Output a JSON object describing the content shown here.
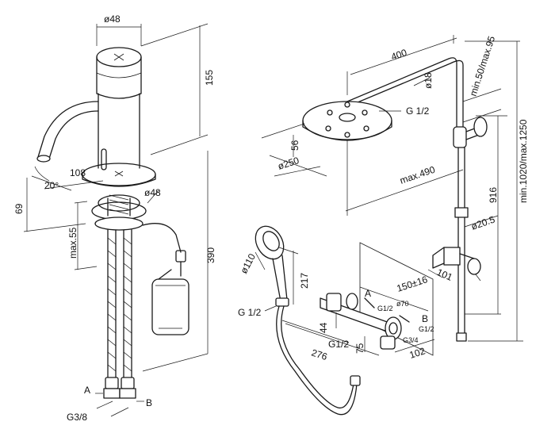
{
  "faucet": {
    "dia_top": "ø48",
    "height_total": "155",
    "angle": "20°",
    "spout_reach": "108",
    "dia_base": "ø48",
    "spout_height": "69",
    "max_thickness": "max.55",
    "hose_length": "390",
    "port_a": "A",
    "port_b": "B",
    "thread": "G3/8"
  },
  "shower": {
    "arm_length": "400",
    "rail_dia": "ø18",
    "thread_head": "G 1/2",
    "head_dia": "ø250",
    "head_height": "56",
    "max_reach": "max.490",
    "rail_offset": "min.50/max.95",
    "total_height": "min.1020/max.1250",
    "rail_length": "916",
    "pipe_dia": "ø20.5",
    "slider_width": "101",
    "hand_dia": "ø110",
    "hand_len": "217",
    "hand_thread": "G 1/2",
    "mixer_spacing": "150±16",
    "port_a": "A",
    "port_b": "B",
    "thread_a": "G1/2",
    "thread_b": "G1/2",
    "dia_70": "ø70",
    "thread_g34": "G3/4",
    "mixer_44": "44",
    "mixer_thread": "G1/2",
    "mixer_depth": "276",
    "mixer_75": "75",
    "mixer_102": "102"
  }
}
